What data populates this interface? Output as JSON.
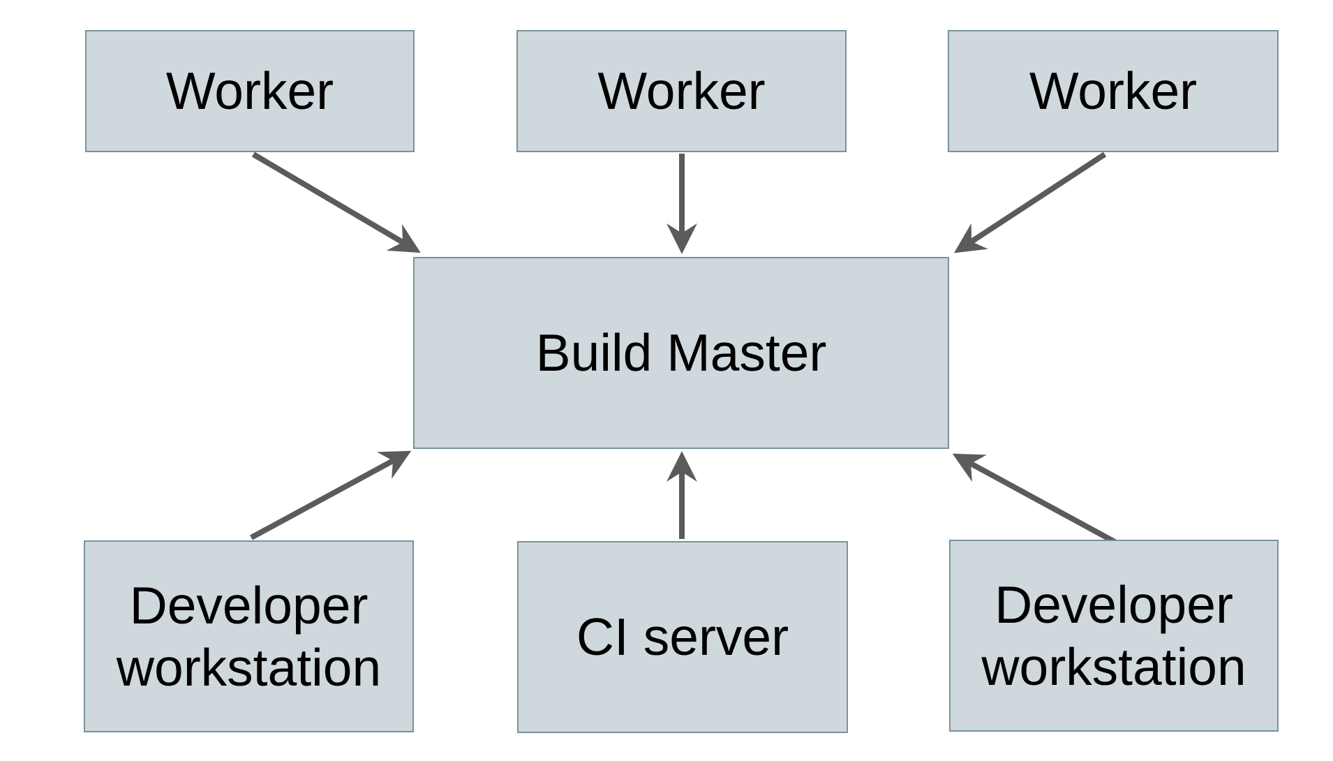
{
  "diagram": {
    "title": "",
    "colors": {
      "background": "#ffffff",
      "node_fill": "#cfd8dc",
      "node_border": "#7a919b",
      "arrow": "#5b5b5b",
      "text": "#000000"
    },
    "nodes": {
      "worker_1": {
        "label": "Worker"
      },
      "worker_2": {
        "label": "Worker"
      },
      "worker_3": {
        "label": "Worker"
      },
      "build_master": {
        "label": "Build Master"
      },
      "dev_workstation_left": {
        "label": "Developer workstation"
      },
      "ci_server": {
        "label": "CI server"
      },
      "dev_workstation_right": {
        "label": "Developer workstation"
      }
    },
    "edges": [
      {
        "from": "worker_1",
        "to": "build_master",
        "direction": "down-right"
      },
      {
        "from": "worker_2",
        "to": "build_master",
        "direction": "down"
      },
      {
        "from": "worker_3",
        "to": "build_master",
        "direction": "down-left"
      },
      {
        "from": "dev_workstation_left",
        "to": "build_master",
        "direction": "up-right"
      },
      {
        "from": "ci_server",
        "to": "build_master",
        "direction": "up"
      },
      {
        "from": "dev_workstation_right",
        "to": "build_master",
        "direction": "up-left"
      }
    ]
  }
}
